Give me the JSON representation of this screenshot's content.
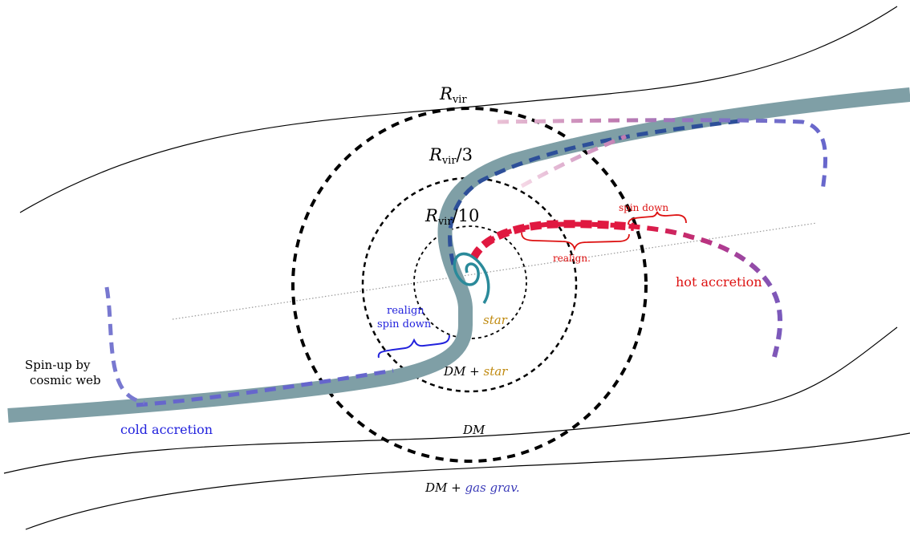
{
  "labels": {
    "rvir": "R",
    "rvir_sub": "vir",
    "rvir3_suffix": "/3",
    "rvir10_suffix": "/10",
    "star": "star",
    "dm_star_dm": "DM +",
    "dm_star_star": "star",
    "dm": "DM",
    "dm_gas_dm": "DM +",
    "dm_gas_gas": "gas grav.",
    "spin_up_line1": "Spin-up by",
    "spin_up_line2": "cosmic web",
    "cold_accretion": "cold accretion",
    "hot_accretion": "hot accretion",
    "realign_line1": "realign",
    "realign_line2": "spin down",
    "spin_down_red": "spin down",
    "realign_red": "realign."
  },
  "colors": {
    "filament": "#7f9fa6",
    "cold_stream": "#6666cc",
    "hot_stream": "#e01840",
    "hot_fade": "#d98cb8",
    "galaxy": "#2a8a9a",
    "blue_text": "#2222dd",
    "red_text": "#dd1111",
    "gold_text": "#c08a10",
    "dark_blue_stream": "#2d4f99"
  }
}
